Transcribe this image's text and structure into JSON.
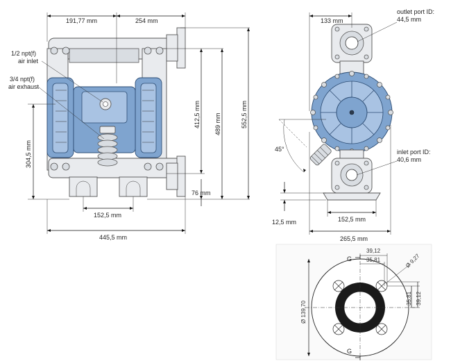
{
  "front_view": {
    "dim_top_left": "191,77 mm",
    "dim_top_right": "254 mm",
    "label_air_inlet_line1": "1/2 npt(f)",
    "label_air_inlet_line2": "air inlet",
    "label_air_exhaust_line1": "3/4 npt(f)",
    "label_air_exhaust_line2": "air exhaust",
    "dim_height_inlet": "304,5 mm",
    "dim_height_412": "412,5 mm",
    "dim_height_489": "489 mm",
    "dim_height_552": "552,5 mm",
    "dim_base_76": "76 mm",
    "dim_base_width": "152,5 mm",
    "dim_overall_width": "445,5 mm"
  },
  "side_view": {
    "dim_top": "133 mm",
    "label_outlet_line1": "outlet port ID:",
    "label_outlet_line2": "44,5 mm",
    "label_inlet_line1": "inlet port ID:",
    "label_inlet_line2": "40,6 mm",
    "dim_angle": "45°",
    "dim_base_thickness": "12,5 mm",
    "dim_base_width": "152,5 mm",
    "dim_overall_width": "265,5 mm"
  },
  "flange_view": {
    "section_mark_top": "G",
    "section_mark_bottom": "G",
    "dim_39_12_top": "39,12",
    "dim_35_81_top": "35,81",
    "dim_hole": "Ø 9,27",
    "dim_diameter": "Ø 139,70",
    "dim_35_81_side": "35,81",
    "dim_39_12_side": "39,12"
  }
}
